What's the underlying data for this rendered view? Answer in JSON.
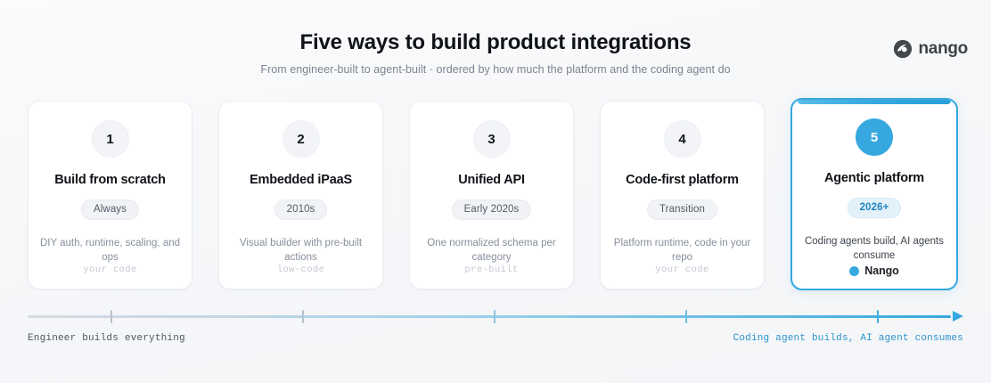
{
  "header": {
    "title": "Five ways to build product integrations",
    "subtitle": "From engineer-built to agent-built · ordered by how much the platform and the coding agent do"
  },
  "brand": {
    "name": "nango",
    "logo_icon": "nango-logo-icon",
    "accent_color": "#36a8df"
  },
  "cards": [
    {
      "number": "1",
      "title": "Build from scratch",
      "era": "Always",
      "description": "DIY auth, runtime, scaling, and ops",
      "footer": "your code",
      "highlight": false
    },
    {
      "number": "2",
      "title": "Embedded iPaaS",
      "era": "2010s",
      "description": "Visual builder with pre-built actions",
      "footer": "low-code",
      "highlight": false
    },
    {
      "number": "3",
      "title": "Unified API",
      "era": "Early 2020s",
      "description": "One normalized schema per category",
      "footer": "pre-built",
      "highlight": false
    },
    {
      "number": "4",
      "title": "Code-first platform",
      "era": "Transition",
      "description": "Platform runtime, code in your repo",
      "footer": "your code",
      "highlight": false
    },
    {
      "number": "5",
      "title": "Agentic platform",
      "era": "2026+",
      "description": "Coding agents build, AI agents consume",
      "brand_label": "Nango",
      "highlight": true
    }
  ],
  "axis": {
    "left_label": "Engineer builds everything",
    "right_label": "Coding agent builds, AI agent consumes",
    "ticks": [
      124,
      339,
      554,
      769,
      984
    ],
    "tick_colors": [
      "#b9c0ca",
      "#b2c3d1",
      "#8fc3dd",
      "#6dbce4",
      "#3faedf"
    ],
    "arrow_icon": "arrow-right-icon"
  },
  "colors": {
    "background": "#f5f6f8",
    "card_background": "#ffffff",
    "accent": "#36a8df",
    "accent_soft": "#e3f1fb",
    "text_primary": "#101317",
    "text_muted": "#868f9c"
  }
}
